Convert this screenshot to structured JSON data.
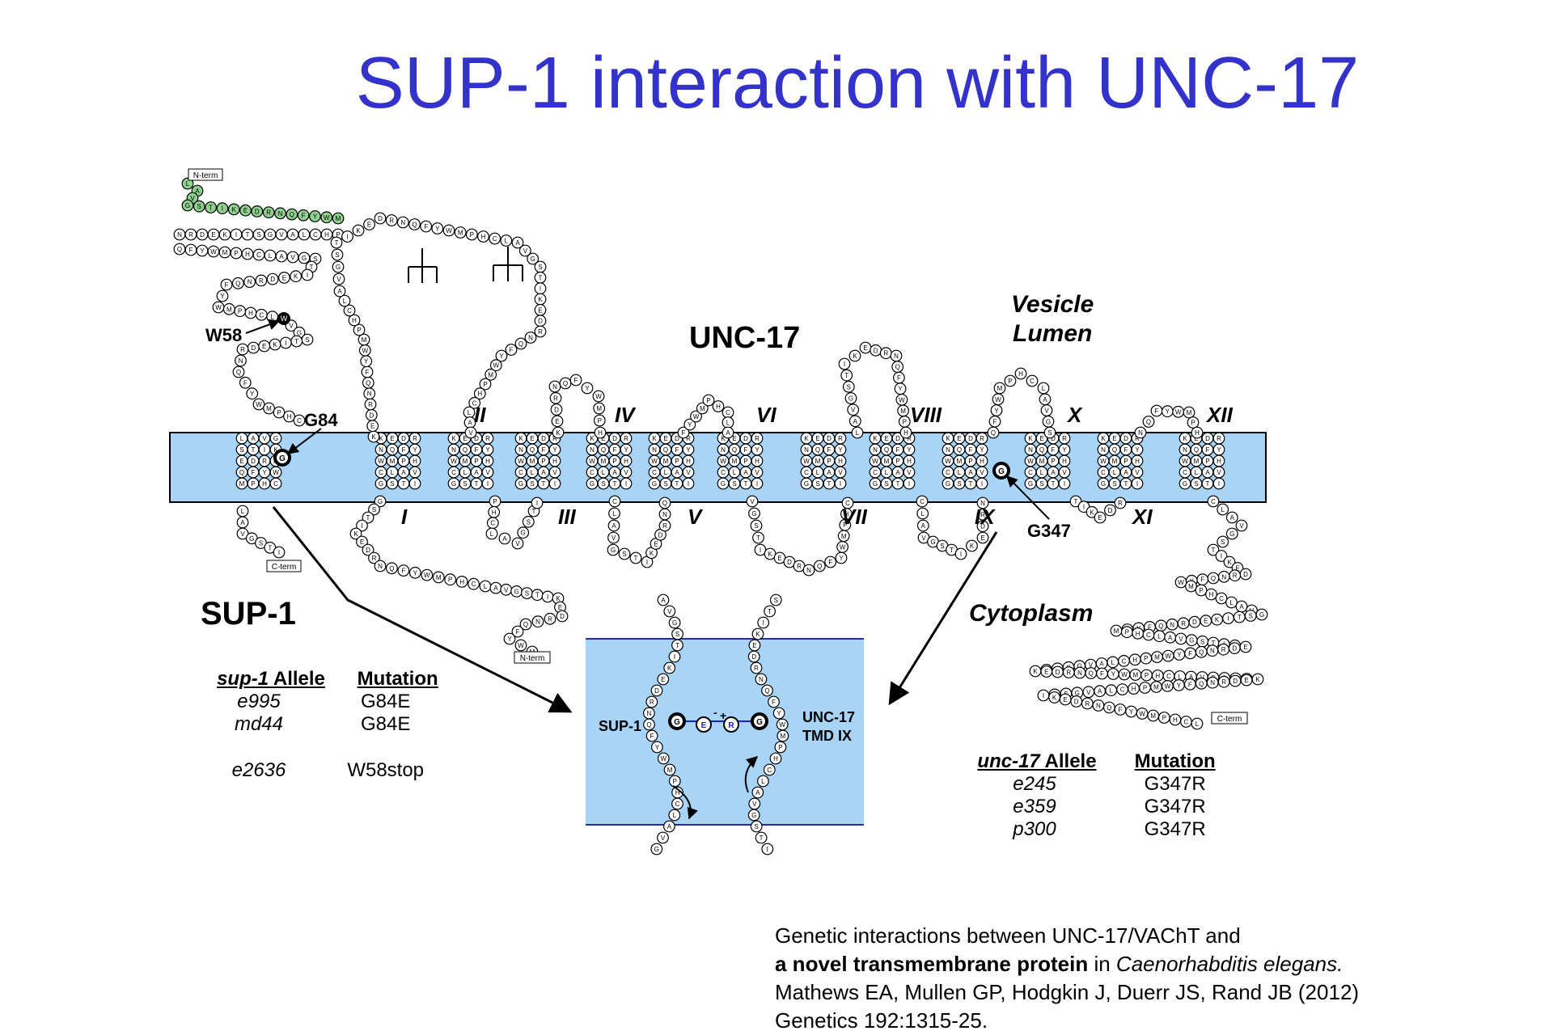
{
  "title": "SUP-1 interaction with UNC-17",
  "labels": {
    "unc17": "UNC-17",
    "vesicle": "Vesicle",
    "lumen": "Lumen",
    "cytoplasm": "Cytoplasm",
    "sup1": "SUP-1",
    "w58": "W58",
    "g84": "G84",
    "g347": "G347",
    "nterm": "N-term",
    "cterm": "C-term",
    "inset_sup1": "SUP-1",
    "inset_unc17_line1": "UNC-17",
    "inset_unc17_line2": "TMD IX"
  },
  "tm_numerals": [
    "I",
    "II",
    "III",
    "IV",
    "V",
    "VI",
    "VII",
    "VIII",
    "IX",
    "X",
    "XI",
    "XII"
  ],
  "sup1_table": {
    "header_allele_italic": "sup-1",
    "header_allele_rest": " Allele",
    "header_mutation": "Mutation",
    "rows": [
      {
        "allele": "e995",
        "mutation": "G84E"
      },
      {
        "allele": "md44",
        "mutation": "G84E"
      },
      {
        "allele": "",
        "mutation": ""
      },
      {
        "allele": "e2636",
        "mutation": "W58stop"
      }
    ]
  },
  "unc17_table": {
    "header_allele_italic": "unc-17",
    "header_allele_rest": " Allele",
    "header_mutation": "Mutation",
    "rows": [
      {
        "allele": "e245",
        "mutation": "G347R"
      },
      {
        "allele": "e359",
        "mutation": "G347R"
      },
      {
        "allele": "p300",
        "mutation": "G347R"
      }
    ]
  },
  "citation": {
    "line1": "Genetic interactions between UNC-17/VAChT and",
    "line2_bold": "a novel transmembrane protein",
    "line2_mid": " in ",
    "line2_italic": "Caenorhabditis elegans.",
    "line3": "Mathews EA, Mullen GP, Hodgkin J, Duerr JS, Rand JB (2012)",
    "line4": "Genetics 192:1315-25."
  },
  "colors": {
    "title": "#3333cc",
    "membrane": "#a8d4f8",
    "signal_peptide": "#8fd18f"
  }
}
